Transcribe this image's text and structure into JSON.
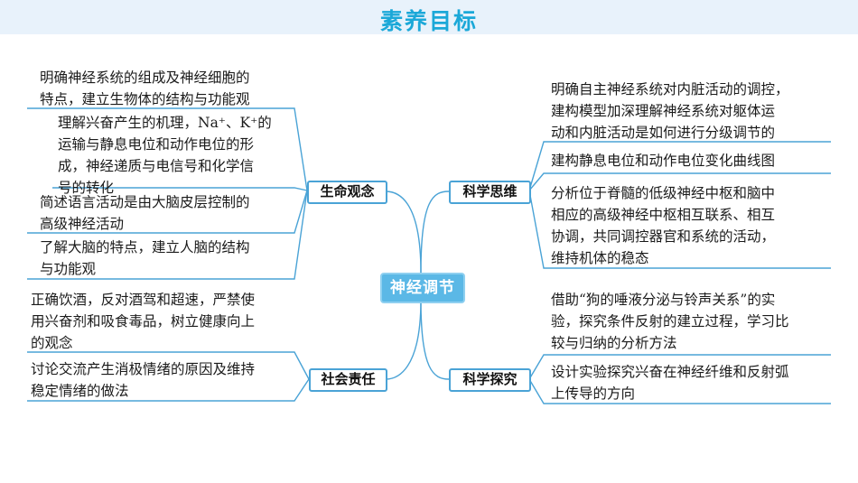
{
  "header": {
    "title": "素养目标"
  },
  "center": {
    "label": "神经调节"
  },
  "branches": {
    "life": {
      "label": "生命观念",
      "items": [
        [
          "明确神经系统的组成及神经细胞的",
          "特点，建立生物体的结构与功能观"
        ],
        [
          "理解兴奋产生的机理，Na⁺、K⁺的",
          "运输与静息电位和动作电位的形",
          "成，神经递质与电信号和化学信",
          "号的转化"
        ],
        [
          "简述语言活动是由大脑皮层控制的",
          "高级神经活动"
        ],
        [
          "了解大脑的特点，建立人脑的结构",
          "与功能观"
        ]
      ]
    },
    "social": {
      "label": "社会责任",
      "items": [
        [
          "正确饮酒，反对酒驾和超速，严禁使",
          "用兴奋剂和吸食毒品，树立健康向上",
          "的观念"
        ],
        [
          "讨论交流产生消极情绪的原因及维持",
          "稳定情绪的做法"
        ]
      ]
    },
    "thinking": {
      "label": "科学思维",
      "items": [
        [
          "明确自主神经系统对内脏活动的调控，",
          "建构模型加深理解神经系统对躯体运",
          "动和内脏活动是如何进行分级调节的"
        ],
        [
          "建构静息电位和动作电位变化曲线图"
        ],
        [
          "分析位于脊髓的低级神经中枢和脑中",
          "相应的高级神经中枢相互联系、相互",
          "协调，共同调控器官和系统的活动，",
          "维持机体的稳态"
        ]
      ]
    },
    "inquiry": {
      "label": "科学探究",
      "items": [
        [
          "借助“狗的唾液分泌与铃声关系”的实",
          "验，探究条件反射的建立过程，学习比",
          "较与归纳的分析方法"
        ],
        [
          "设计实验探究兴奋在神经纤维和反射弧",
          "上传导的方向"
        ]
      ]
    }
  },
  "colors": {
    "accent": "#1ba8d8",
    "line": "#4aa3d6",
    "center_fill": "#5bb8e6"
  }
}
